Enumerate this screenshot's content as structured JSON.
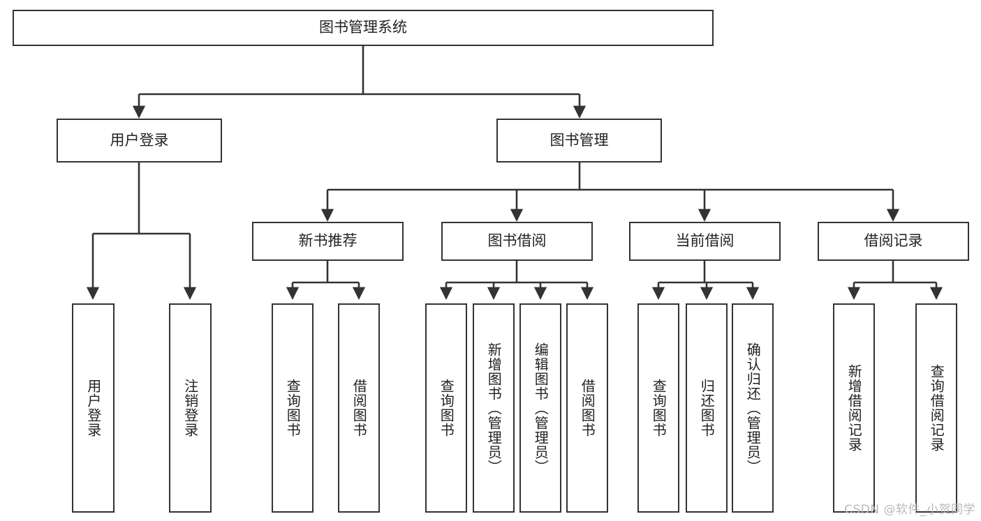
{
  "diagram": {
    "type": "tree-hierarchy",
    "title": "图书管理系统",
    "style": {
      "box_fill": "#ffffff",
      "box_border": "#333333",
      "connector": "#333333",
      "text": "#222222",
      "background": "#ffffff",
      "watermark_color": "#b9b9b9"
    },
    "root": {
      "id": "root",
      "label": "图书管理系统"
    },
    "level2": [
      {
        "id": "user-login",
        "label": "用户登录"
      },
      {
        "id": "book-manage",
        "label": "图书管理"
      }
    ],
    "level3": [
      {
        "id": "new-book-rec",
        "label": "新书推荐",
        "parent": "book-manage"
      },
      {
        "id": "book-borrow",
        "label": "图书借阅",
        "parent": "book-manage"
      },
      {
        "id": "current-borrow",
        "label": "当前借阅",
        "parent": "book-manage"
      },
      {
        "id": "borrow-record",
        "label": "借阅记录",
        "parent": "book-manage"
      }
    ],
    "leaves": {
      "user-login": [
        {
          "id": "leaf-user-login",
          "label": "用户登录"
        },
        {
          "id": "leaf-user-logout",
          "label": "注销登录"
        }
      ],
      "new-book-rec": [
        {
          "id": "leaf-query-book-1",
          "label": "查询图书"
        },
        {
          "id": "leaf-borrow-book-1",
          "label": "借阅图书"
        }
      ],
      "book-borrow": [
        {
          "id": "leaf-query-book-2",
          "label": "查询图书"
        },
        {
          "id": "leaf-add-book",
          "label": "新增图书（管理员）"
        },
        {
          "id": "leaf-edit-book",
          "label": "编辑图书（管理员）"
        },
        {
          "id": "leaf-borrow-book-2",
          "label": "借阅图书"
        }
      ],
      "current-borrow": [
        {
          "id": "leaf-query-book-3",
          "label": "查询图书"
        },
        {
          "id": "leaf-return-book",
          "label": "归还图书"
        },
        {
          "id": "leaf-confirm-return",
          "label": "确认归还（管理员）"
        }
      ],
      "borrow-record": [
        {
          "id": "leaf-add-record",
          "label": "新增借阅记录"
        },
        {
          "id": "leaf-query-record",
          "label": "查询借阅记录"
        }
      ]
    }
  },
  "watermark": {
    "text": "CSDN @软件_小贺同学"
  }
}
